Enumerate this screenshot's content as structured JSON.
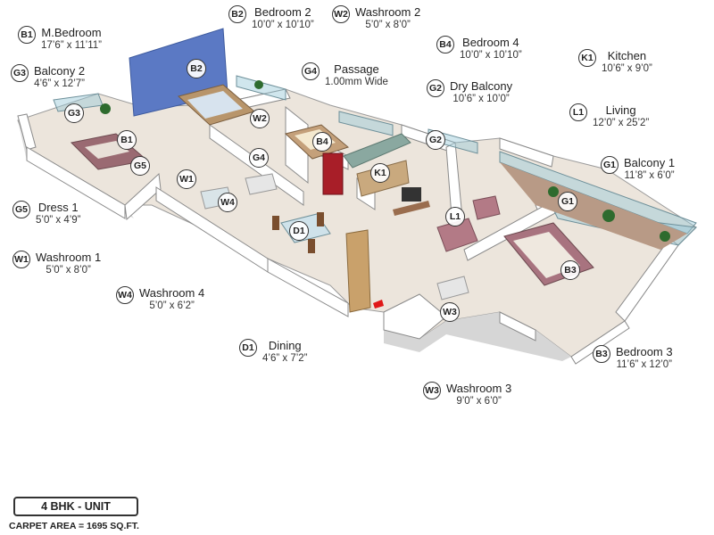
{
  "rooms": [
    {
      "code": "B1",
      "name": "M.Bedroom",
      "dims": "17’6” x 11’11”"
    },
    {
      "code": "G3",
      "name": "Balcony 2",
      "dims": "4’6” x 12’7”"
    },
    {
      "code": "G5",
      "name": "Dress 1",
      "dims": "5’0” x 4’9”"
    },
    {
      "code": "W1",
      "name": "Washroom 1",
      "dims": "5’0” x 8’0”"
    },
    {
      "code": "W4",
      "name": "Washroom 4",
      "dims": "5’0” x 6’2”"
    },
    {
      "code": "D1",
      "name": "Dining",
      "dims": "4’6” x 7’2”"
    },
    {
      "code": "B2",
      "name": "Bedroom 2",
      "dims": "10’0” x 10’10”"
    },
    {
      "code": "W2",
      "name": "Washroom 2",
      "dims": "5’0” x 8’0”"
    },
    {
      "code": "G4",
      "name": "Passage",
      "dims": "1.00mm Wide"
    },
    {
      "code": "B4",
      "name": "Bedroom 4",
      "dims": "10’0” x 10’10”"
    },
    {
      "code": "G2",
      "name": "Dry Balcony",
      "dims": "10’6” x 10’0”"
    },
    {
      "code": "K1",
      "name": "Kitchen",
      "dims": "10’6” x 9’0”"
    },
    {
      "code": "L1",
      "name": "Living",
      "dims": "12’0” x 25’2”"
    },
    {
      "code": "G1",
      "name": "Balcony 1",
      "dims": "11’8” x 6’0”"
    },
    {
      "code": "B3",
      "name": "Bedroom 3",
      "dims": "11’6” x 12’0”"
    },
    {
      "code": "W3",
      "name": "Washroom 3",
      "dims": "9’0” x 6’0”"
    }
  ],
  "plan_badges": [
    "B2",
    "G3",
    "B1",
    "G5",
    "W2",
    "B4",
    "G2",
    "K1",
    "W1",
    "W4",
    "G4",
    "D1",
    "L1",
    "G1",
    "B3",
    "W3"
  ],
  "unit_label": "4 BHK - UNIT",
  "carpet_area": "CARPET AREA = 1695 SQ.FT."
}
